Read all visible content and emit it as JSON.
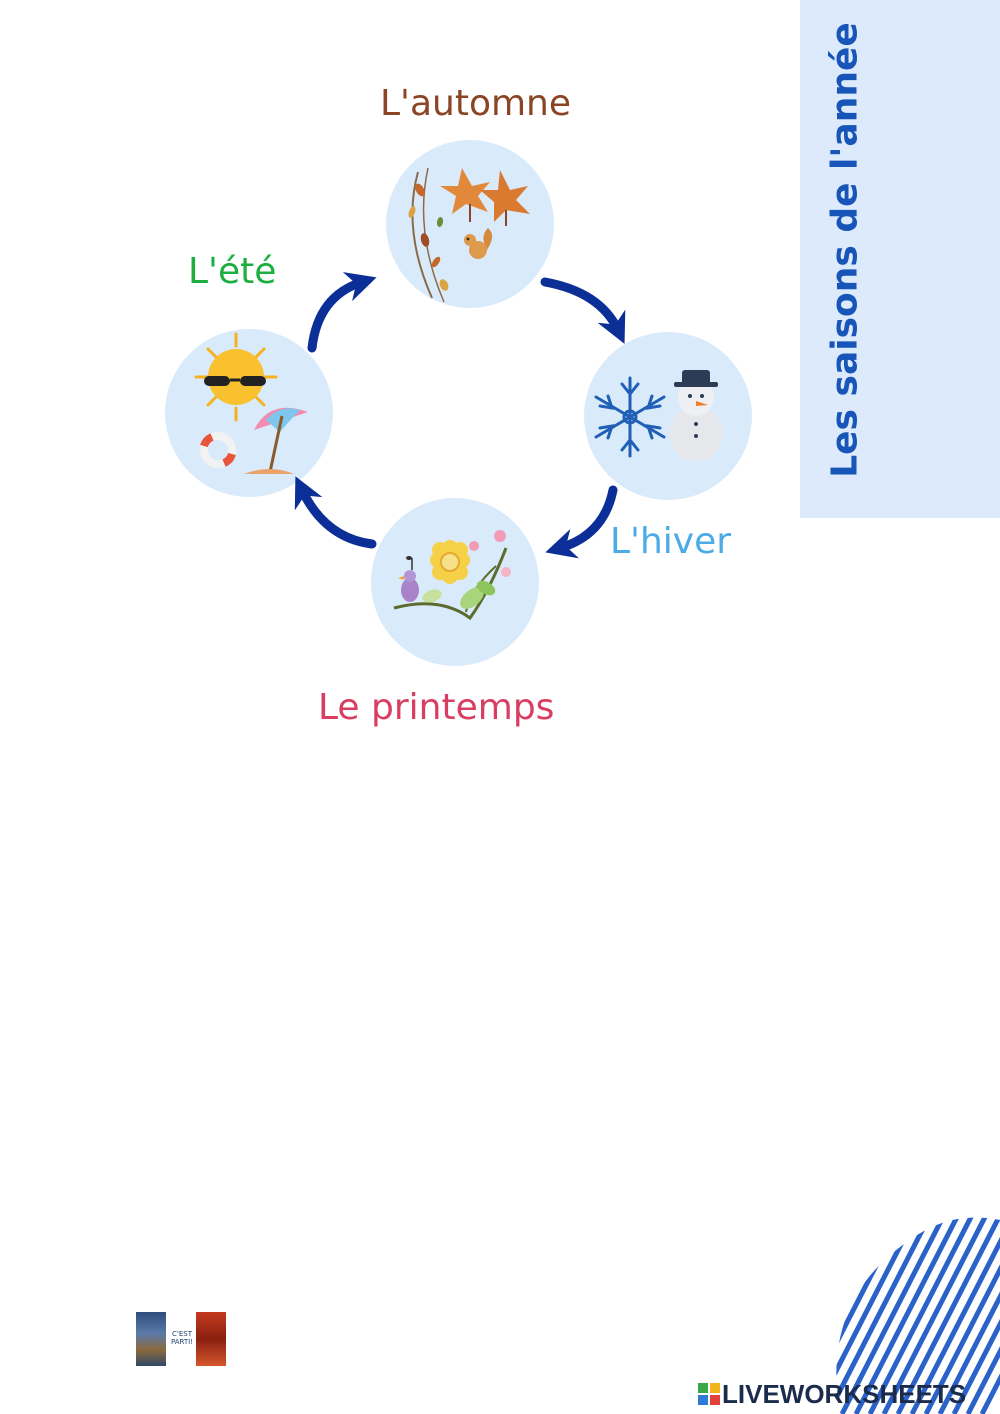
{
  "title": "Les saisons de l'année",
  "seasons": {
    "automne": "L'automne",
    "ete": "L'été",
    "hiver": "L'hiver",
    "printemps": "Le printemps"
  },
  "thumbs": {
    "caption": "C'EST PARTI!"
  },
  "brand": {
    "name": "LIVEWORKSHEETS"
  },
  "colors": {
    "panel": "#ddeafb",
    "title": "#1755b9",
    "arrow": "#0b2f96",
    "circle": "#d9eafb",
    "automne": "#8b4524",
    "ete": "#1cae3e",
    "hiver": "#4aabe6",
    "printemps": "#d93e62"
  }
}
